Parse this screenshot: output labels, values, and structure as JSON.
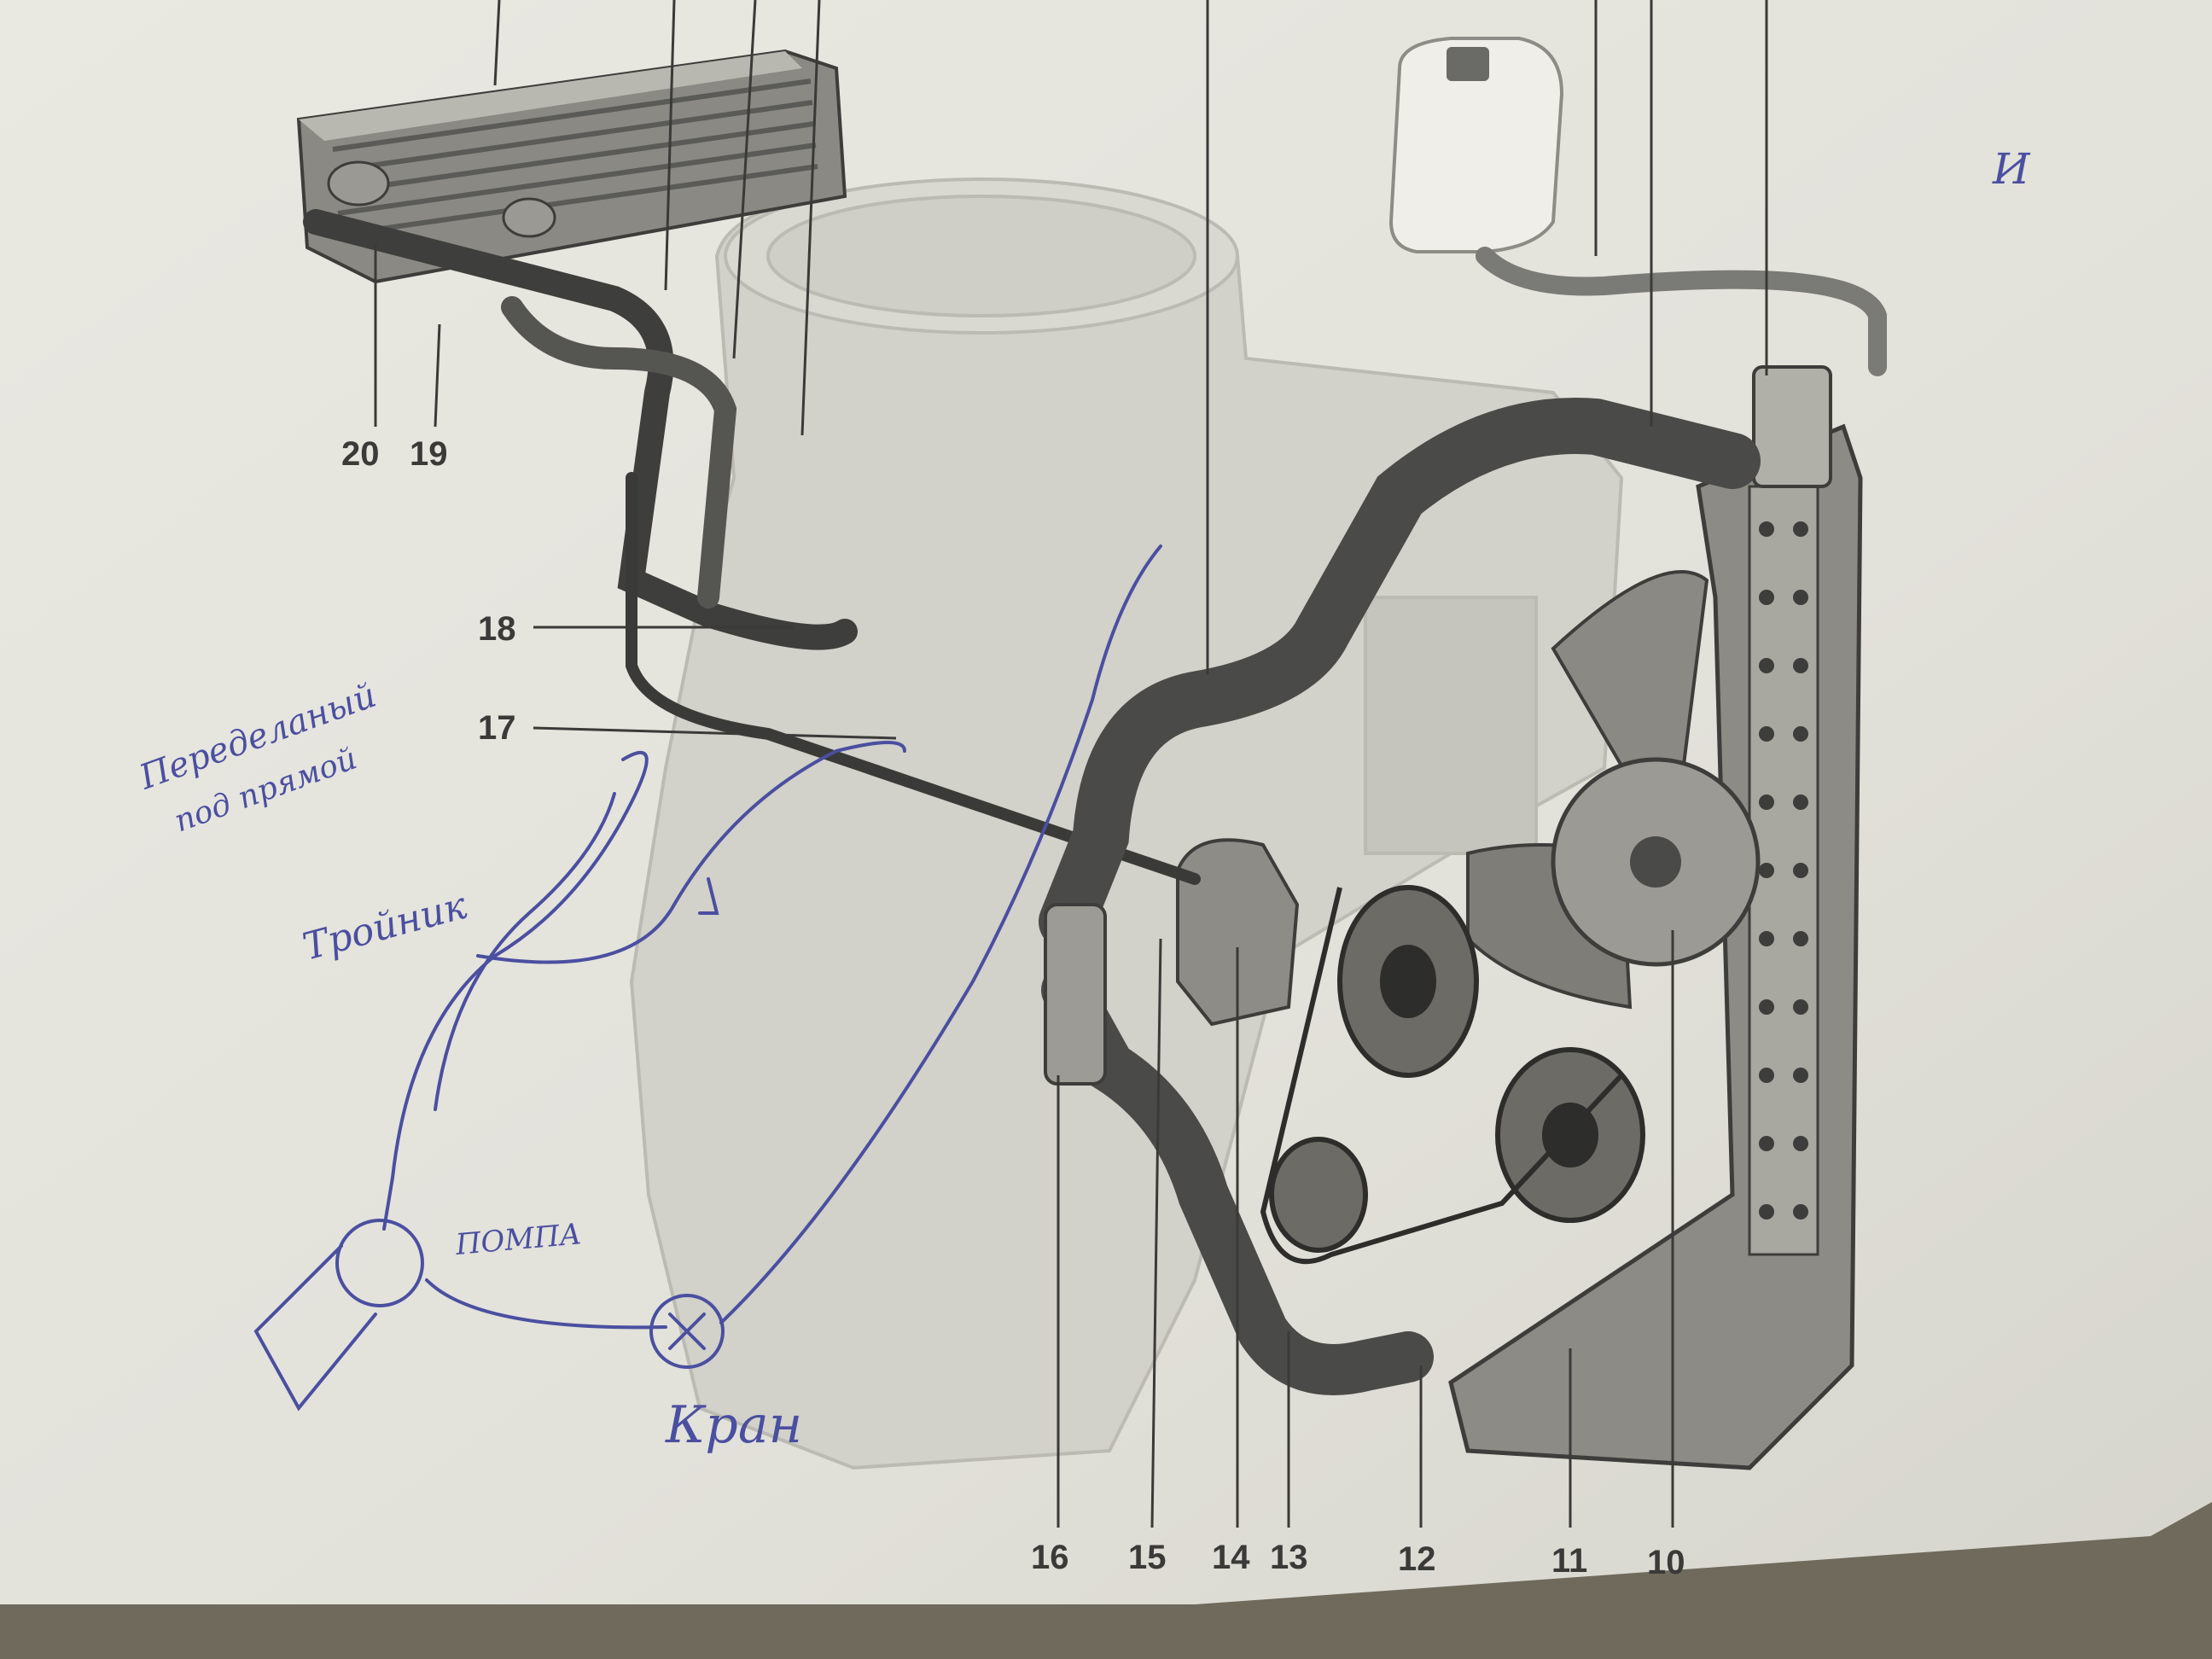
{
  "diagram": {
    "paper_color": "#e4e3dc",
    "ink_color": "#3a3a38",
    "pen_color": "#4a4fa0",
    "callouts": {
      "c20": "20",
      "c19": "19",
      "c18": "18",
      "c17": "17",
      "c16": "16",
      "c15": "15",
      "c14": "14",
      "c13": "13",
      "c12": "12",
      "c11": "11",
      "c10": "10"
    },
    "handwritten": {
      "note_line1": "Переделаный",
      "note_line2": "под прямой",
      "tee": "Тройник",
      "pump": "ПОМПА",
      "valve": "Кран",
      "corner_mark": "И"
    }
  }
}
